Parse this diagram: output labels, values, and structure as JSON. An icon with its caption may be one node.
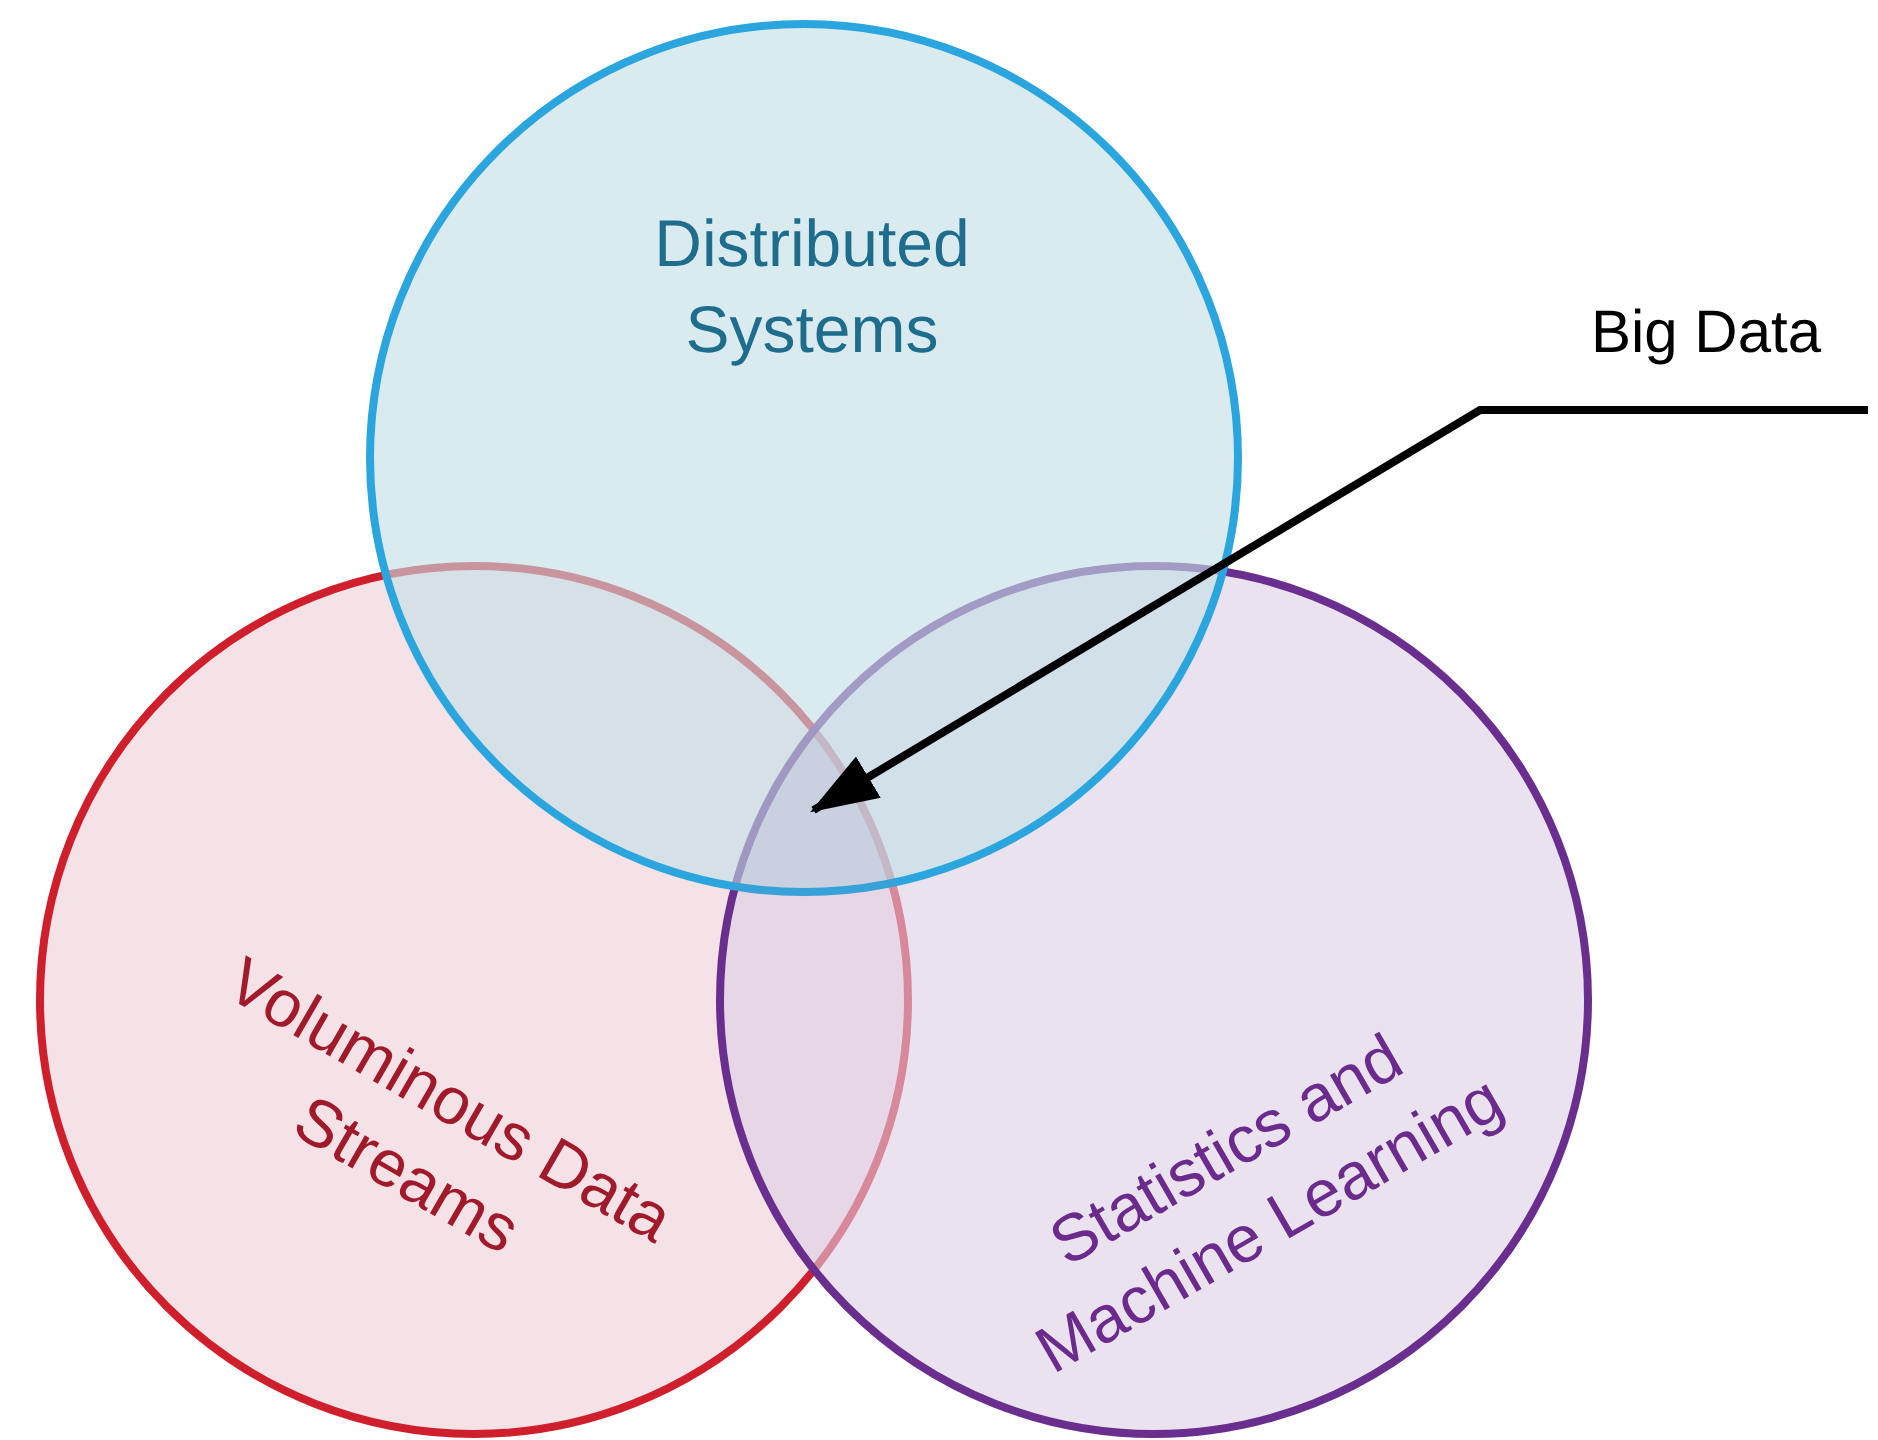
{
  "diagram": {
    "nodes": [
      {
        "text": [
          "Distributed Systems"
        ]
      },
      {
        "text": [
          "Voluminous Data Streams"
        ]
      },
      {
        "text": [
          "Statistics and Machine Learning"
        ]
      },
      {
        "text": [
          "Big Data"
        ]
      },
      {
        "text": [],
        "shape": "region"
      }
    ],
    "edges": [
      {
        "from": 3,
        "to": 4,
        "arrow": "to"
      }
    ]
  }
}
